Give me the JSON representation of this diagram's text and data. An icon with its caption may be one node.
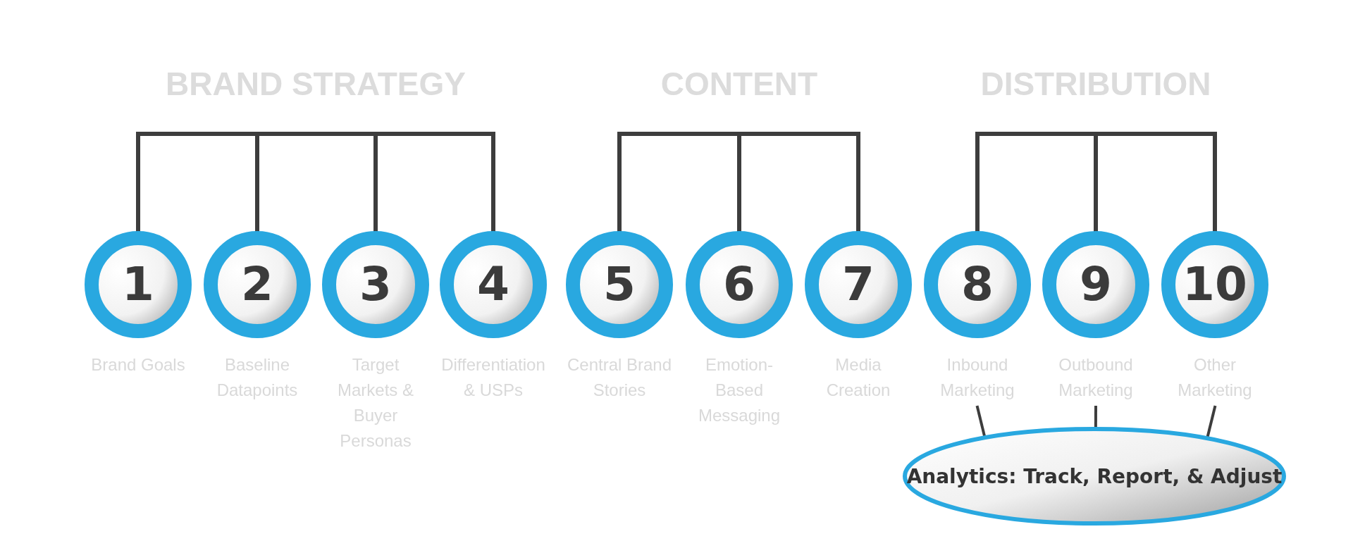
{
  "diagram": {
    "nodes": [
      {
        "text": [
          "BRAND STRATEGY"
        ]
      },
      {
        "text": [
          "CONTENT"
        ]
      },
      {
        "text": [
          "DISTRIBUTION"
        ]
      },
      {
        "text": [
          "1"
        ],
        "beside": [
          "Brand Goals"
        ]
      },
      {
        "text": [
          "2"
        ],
        "beside": [
          "Baseline Datapoints"
        ]
      },
      {
        "text": [
          "3"
        ],
        "beside": [
          "Target Markets & Buyer Personas"
        ]
      },
      {
        "text": [
          "4"
        ],
        "beside": [
          "Differentiation & USPs"
        ]
      },
      {
        "text": [
          "5"
        ],
        "beside": [
          "Central Brand Stories"
        ]
      },
      {
        "text": [
          "6"
        ],
        "beside": [
          "Emotion-Based Messaging"
        ]
      },
      {
        "text": [
          "7"
        ],
        "beside": [
          "Media Creation"
        ]
      },
      {
        "text": [
          "8"
        ],
        "beside": [
          "Inbound Marketing"
        ]
      },
      {
        "text": [
          "9"
        ],
        "beside": [
          "Outbound Marketing"
        ]
      },
      {
        "text": [
          "10"
        ],
        "beside": [
          "Other Marketing"
        ]
      },
      {
        "text": [
          "Analytics: Track, Report, & Adjust"
        ]
      }
    ],
    "edges": [
      {
        "from": 0,
        "to": 3,
        "arrow": "none"
      },
      {
        "from": 0,
        "to": 4,
        "arrow": "none"
      },
      {
        "from": 0,
        "to": 5,
        "arrow": "none"
      },
      {
        "from": 0,
        "to": 6,
        "arrow": "none"
      },
      {
        "from": 1,
        "to": 7,
        "arrow": "none"
      },
      {
        "from": 1,
        "to": 8,
        "arrow": "none"
      },
      {
        "from": 1,
        "to": 9,
        "arrow": "none"
      },
      {
        "from": 2,
        "to": 10,
        "arrow": "none"
      },
      {
        "from": 2,
        "to": 11,
        "arrow": "none"
      },
      {
        "from": 2,
        "to": 12,
        "arrow": "none"
      },
      {
        "from": 10,
        "to": 13,
        "arrow": "none"
      },
      {
        "from": 11,
        "to": 13,
        "arrow": "none"
      },
      {
        "from": 12,
        "to": 13,
        "arrow": "none"
      }
    ]
  }
}
